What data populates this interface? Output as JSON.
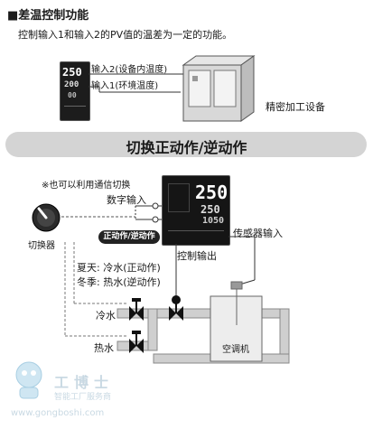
{
  "section": {
    "title": "■差温控制功能",
    "description": "控制输入1和输入2的PV值的温差为一定的功能。"
  },
  "top_diagram": {
    "input2_label": "输入2(设备内温度)",
    "input1_label": "输入1(环境温度)",
    "equipment_label": "精密加工设备",
    "controller_display": {
      "pv": "250",
      "sv": "200",
      "sub": "00"
    }
  },
  "banner_title": "切换正动作/逆动作",
  "bottom_diagram": {
    "note": "※也可以利用通信切换",
    "digital_input": "数字输入",
    "switch_label": "切换器",
    "mode_button": "正动作/逆动作",
    "control_output": "控制输出",
    "sensor_input": "传感器输入",
    "summer": "夏天:  冷水(正动作)",
    "winter": "冬季:  热水(逆动作)",
    "cold_water": "冷水",
    "hot_water": "热水",
    "ac_unit": "空调机",
    "controller_display": {
      "pv": "250",
      "sv": "250",
      "sub": "1050"
    }
  },
  "watermark": {
    "brand": "工博士",
    "subtitle": "智能工厂服务商",
    "url": "www.gongboshi.com"
  }
}
